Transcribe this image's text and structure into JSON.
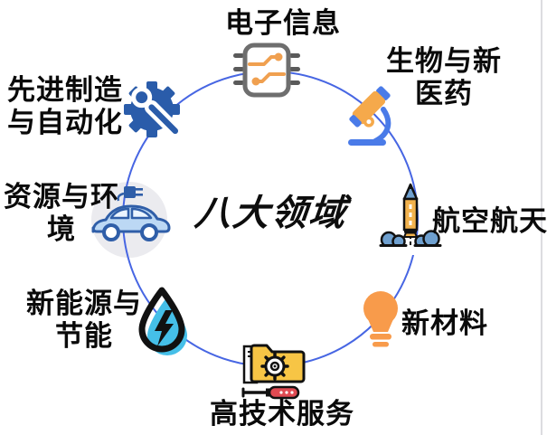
{
  "title": {
    "text": "八大领域"
  },
  "fields": [
    {
      "id": "electronic-information",
      "label": "电子信息",
      "icon": "chip-icon"
    },
    {
      "id": "biology-new-medicine",
      "line1": "生物与新",
      "line2": "医药",
      "icon": "microscope-icon"
    },
    {
      "id": "aerospace",
      "label": "航空航天",
      "icon": "rocket-icon"
    },
    {
      "id": "new-materials",
      "label": "新材料",
      "icon": "lightbulb-icon"
    },
    {
      "id": "high-tech-services",
      "label": "高技术服务",
      "icon": "folder-tools-icon"
    },
    {
      "id": "new-energy-saving",
      "line1": "新能源与",
      "line2": "节能",
      "icon": "water-drop-bolt-icon"
    },
    {
      "id": "resources-environment",
      "line1": "资源与环",
      "line2": "境",
      "icon": "electric-car-icon"
    },
    {
      "id": "advanced-manufacturing-automation",
      "line1": "先进制造",
      "line2": "与自动化",
      "icon": "gear-wrench-icon"
    }
  ],
  "colors": {
    "ring_blue": "#4766E3",
    "dark_blue": "#2A5CAA",
    "medium_blue": "#4A7BE8",
    "orange": "#F5A04C",
    "folder_yellow": "#F7C545",
    "screwdriver_red": "#E04A52",
    "drop_cyan": "#45BFE8",
    "chip_gray": "#6E6E6E",
    "car_fill": "#BCD8F4",
    "car_outline": "#2F5EA8",
    "cloud_blue": "#6FA0CF",
    "text_black": "#0A0A0A"
  }
}
